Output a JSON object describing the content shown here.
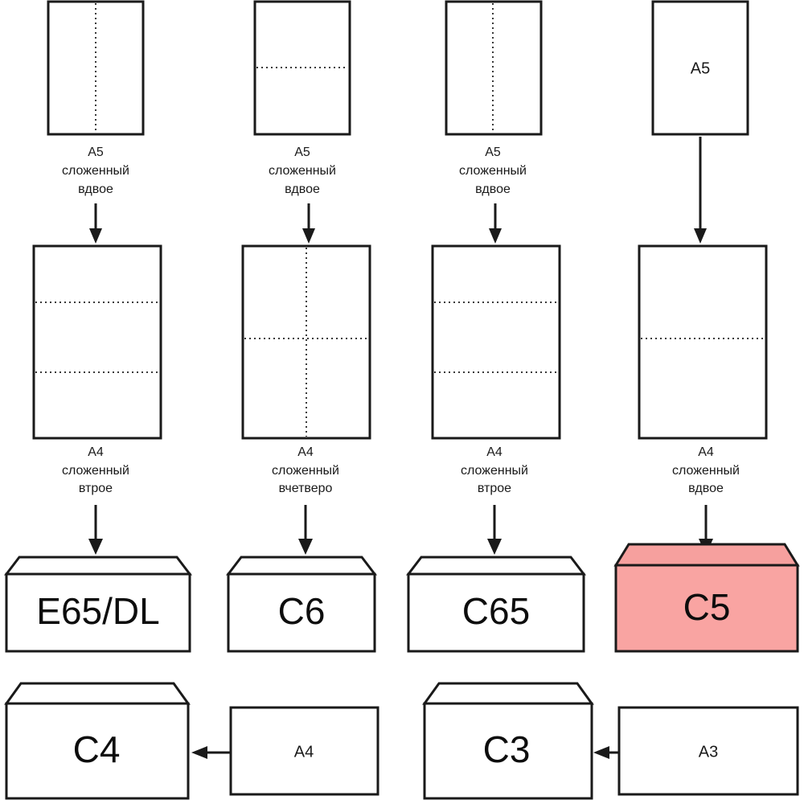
{
  "diagram": {
    "title": "Envelope and paper folding size chart",
    "language": "ru",
    "colors": {
      "stroke": "#1a1a1a",
      "paper_fill": "#ffffff",
      "highlight_fill": "#f9a4a2",
      "fold_line": "#3a3a3a"
    },
    "highlighted_item": "C5"
  },
  "columns": [
    {
      "id": "col-1",
      "top": {
        "format": "A5",
        "fold_lines": [
          "vertical-center"
        ],
        "inside_label": ""
      },
      "top_caption": {
        "line1": "A5",
        "line2": "сложенный",
        "line3": "вдвое"
      },
      "middle": {
        "format": "A4",
        "fold_lines": [
          "horizontal-third-1",
          "horizontal-third-2"
        ],
        "inside_label": ""
      },
      "middle_caption": {
        "line1": "A4",
        "line2": "сложенный",
        "line3": "втрое"
      },
      "envelope": {
        "label": "E65/DL",
        "highlighted": false
      }
    },
    {
      "id": "col-2",
      "top": {
        "format": "A5",
        "fold_lines": [
          "horizontal-center"
        ],
        "inside_label": ""
      },
      "top_caption": {
        "line1": "A5",
        "line2": "сложенный",
        "line3": "вдвое"
      },
      "middle": {
        "format": "A4",
        "fold_lines": [
          "vertical-center",
          "horizontal-center"
        ],
        "inside_label": ""
      },
      "middle_caption": {
        "line1": "A4",
        "line2": "сложенный",
        "line3": "вчетверо"
      },
      "envelope": {
        "label": "C6",
        "highlighted": false
      }
    },
    {
      "id": "col-3",
      "top": {
        "format": "A5",
        "fold_lines": [
          "vertical-center"
        ],
        "inside_label": ""
      },
      "top_caption": {
        "line1": "A5",
        "line2": "сложенный",
        "line3": "вдвое"
      },
      "middle": {
        "format": "A4",
        "fold_lines": [
          "horizontal-third-1",
          "horizontal-third-2"
        ],
        "inside_label": ""
      },
      "middle_caption": {
        "line1": "A4",
        "line2": "сложенный",
        "line3": "втрое"
      },
      "envelope": {
        "label": "C65",
        "highlighted": false
      }
    },
    {
      "id": "col-4",
      "top": {
        "format": "A5",
        "fold_lines": [],
        "inside_label": "A5"
      },
      "top_caption": {
        "line1": "",
        "line2": "",
        "line3": ""
      },
      "middle": {
        "format": "A4",
        "fold_lines": [
          "horizontal-center"
        ],
        "inside_label": ""
      },
      "middle_caption": {
        "line1": "A4",
        "line2": "сложенный",
        "line3": "вдвое"
      },
      "envelope": {
        "label": "C5",
        "highlighted": true
      }
    }
  ],
  "bottom_row": [
    {
      "id": "bottom-1",
      "envelope": {
        "label": "C4",
        "highlighted": false
      },
      "sheet": {
        "label": "A4"
      },
      "arrow_direction": "left"
    },
    {
      "id": "bottom-2",
      "envelope": {
        "label": "C3",
        "highlighted": false
      },
      "sheet": {
        "label": "A3"
      },
      "arrow_direction": "left"
    }
  ]
}
